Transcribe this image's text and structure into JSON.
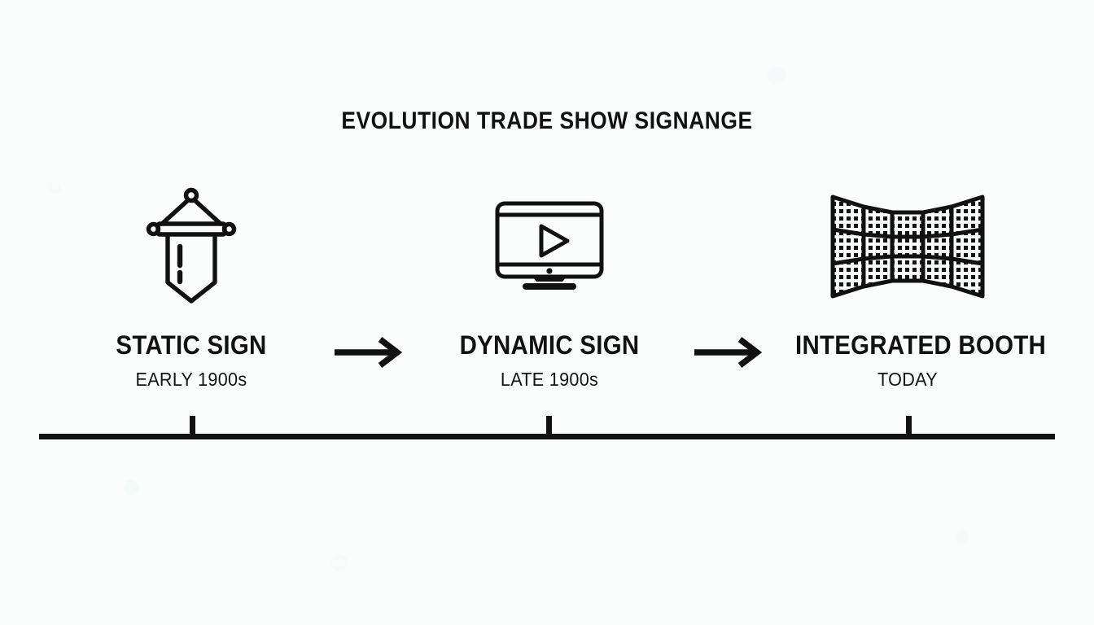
{
  "title": "EVOLUTION TRADE SHOW SIGNANGE",
  "colors": {
    "background": "#fbfdfd",
    "ink": "#111111"
  },
  "milestones": [
    {
      "label": "STATIC SIGN",
      "period": "EARLY 1900s",
      "icon": "hanging-banner-sign-icon"
    },
    {
      "label": "DYNAMIC SIGN",
      "period": "LATE 1900s",
      "icon": "monitor-play-screen-icon"
    },
    {
      "label": "INTEGRATED BOOTH",
      "period": "TODAY",
      "icon": "curved-video-wall-booth-icon"
    }
  ],
  "connectors": [
    {
      "icon": "arrow-right-icon"
    },
    {
      "icon": "arrow-right-icon"
    }
  ],
  "timeline": {
    "icon": "timeline-axis",
    "tick_count": 3
  }
}
